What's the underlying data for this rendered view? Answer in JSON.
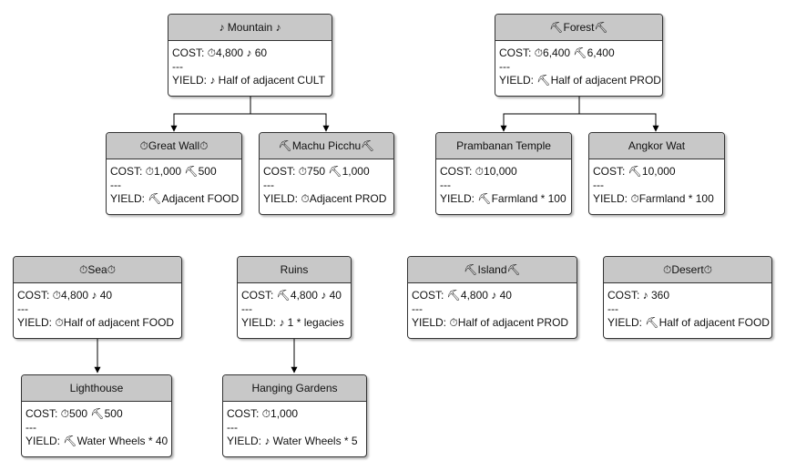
{
  "nodes": [
    {
      "id": "mountain",
      "title": "♪ Mountain ♪",
      "cost": "COST: ⏱4,800 ♪ 60",
      "sep": "---",
      "yield": "YIELD: ♪ Half of adjacent CULT"
    },
    {
      "id": "forest",
      "title": "⛏Forest⛏",
      "cost": "COST: ⏱6,400 ⛏6,400",
      "sep": "---",
      "yield": "YIELD: ⛏Half of adjacent PROD"
    },
    {
      "id": "great-wall",
      "title": "⏱Great Wall⏱",
      "cost": "COST: ⏱1,000 ⛏500",
      "sep": "---",
      "yield": "YIELD: ⛏Adjacent FOOD"
    },
    {
      "id": "machu-picchu",
      "title": "⛏Machu Picchu⛏",
      "cost": "COST: ⏱750 ⛏1,000",
      "sep": "---",
      "yield": "YIELD: ⏱Adjacent PROD"
    },
    {
      "id": "prambanan-temple",
      "title": "Prambanan Temple",
      "cost": "COST: ⏱10,000",
      "sep": "---",
      "yield": "YIELD: ⛏Farmland * 100"
    },
    {
      "id": "angkor-wat",
      "title": "Angkor Wat",
      "cost": "COST: ⛏10,000",
      "sep": "---",
      "yield": "YIELD: ⏱Farmland * 100"
    },
    {
      "id": "sea",
      "title": "⏱Sea⏱",
      "cost": "COST: ⏱4,800 ♪ 40",
      "sep": "---",
      "yield": "YIELD: ⏱Half of adjacent FOOD"
    },
    {
      "id": "ruins",
      "title": "Ruins",
      "cost": "COST: ⛏4,800 ♪ 40",
      "sep": "---",
      "yield": "YIELD: ♪ 1 * legacies"
    },
    {
      "id": "island",
      "title": "⛏Island⛏",
      "cost": "COST: ⛏4,800 ♪ 40",
      "sep": "---",
      "yield": "YIELD: ⏱Half of adjacent PROD"
    },
    {
      "id": "desert",
      "title": "⏱Desert⏱",
      "cost": "COST: ♪ 360",
      "sep": "---",
      "yield": "YIELD: ⛏Half of adjacent FOOD"
    },
    {
      "id": "lighthouse",
      "title": "Lighthouse",
      "cost": "COST: ⏱500 ⛏500",
      "sep": "---",
      "yield": "YIELD: ⛏Water Wheels * 40"
    },
    {
      "id": "hanging-gardens",
      "title": "Hanging Gardens",
      "cost": "COST: ⏱1,000",
      "sep": "---",
      "yield": "YIELD: ♪ Water Wheels * 5"
    }
  ],
  "colors": {
    "header": "#c8c8c8",
    "border": "#333333",
    "edge": "#000000"
  }
}
